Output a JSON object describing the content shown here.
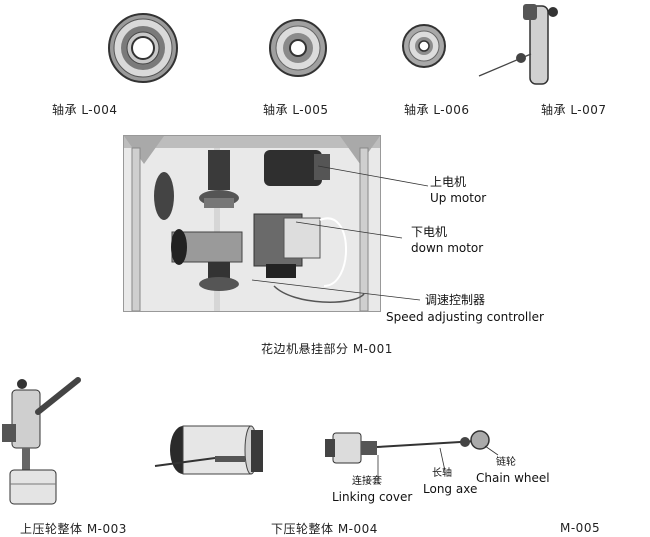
{
  "bearings": [
    {
      "label": "轴承 L-004"
    },
    {
      "label": "轴承 L-005"
    },
    {
      "label": "轴承 L-006"
    },
    {
      "label": "轴承 L-007"
    }
  ],
  "main_figure": {
    "caption": "花边机悬挂部分 M-001",
    "callouts": {
      "up_motor_cn": "上电机",
      "up_motor_en": "Up motor",
      "down_motor_cn": "下电机",
      "down_motor_en": "down motor",
      "speed_cn": "调速控制器",
      "speed_en": "Speed adjusting controller"
    }
  },
  "bottom": {
    "m003_caption": "上压轮整体 M-003",
    "m004_caption": "下压轮整体 M-004",
    "m005_caption": "M-005",
    "callouts": {
      "linking_cn": "连接套",
      "linking_en": "Linking cover",
      "axe_cn": "长轴",
      "axe_en": "Long axe",
      "chain_cn": "链轮",
      "chain_en": "Chain wheel"
    }
  }
}
